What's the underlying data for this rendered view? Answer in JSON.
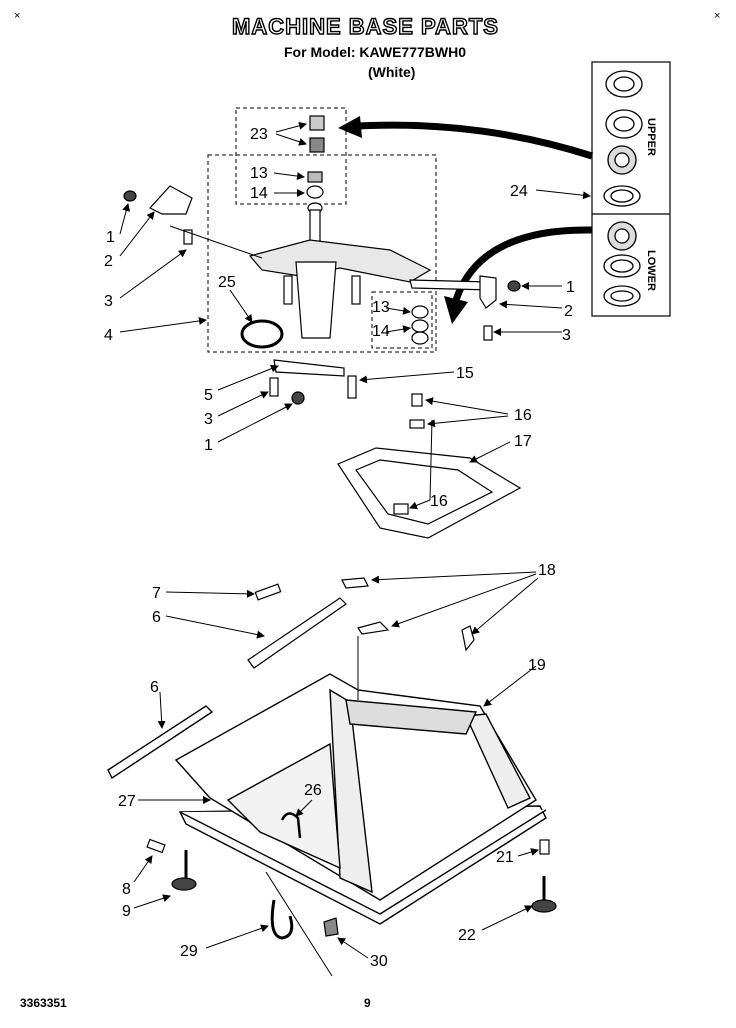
{
  "header": {
    "title": "MACHINE BASE PARTS",
    "model_line": "For Model: KAWE777BWH0",
    "color_line": "(White)",
    "corner_mark_left": "×",
    "corner_mark_right": "×"
  },
  "kit_box": {
    "upper_label": "UPPER",
    "lower_label": "LOWER"
  },
  "callouts": {
    "c23": "23",
    "c13a": "13",
    "c14a": "14",
    "c1a": "1",
    "c2a": "2",
    "c3a": "3",
    "c4": "4",
    "c25": "25",
    "c24": "24",
    "c1b": "1",
    "c2b": "2",
    "c3b": "3",
    "c13b": "13",
    "c14b": "14",
    "c5": "5",
    "c3c": "3",
    "c1c": "1",
    "c15": "15",
    "c16a": "16",
    "c17": "17",
    "c16b": "16",
    "c7": "7",
    "c6a": "6",
    "c18": "18",
    "c6b": "6",
    "c19": "19",
    "c27": "27",
    "c26": "26",
    "c8": "8",
    "c9": "9",
    "c21": "21",
    "c22": "22",
    "c29": "29",
    "c30": "30"
  },
  "footer": {
    "doc_number": "3363351",
    "page_number": "9"
  }
}
